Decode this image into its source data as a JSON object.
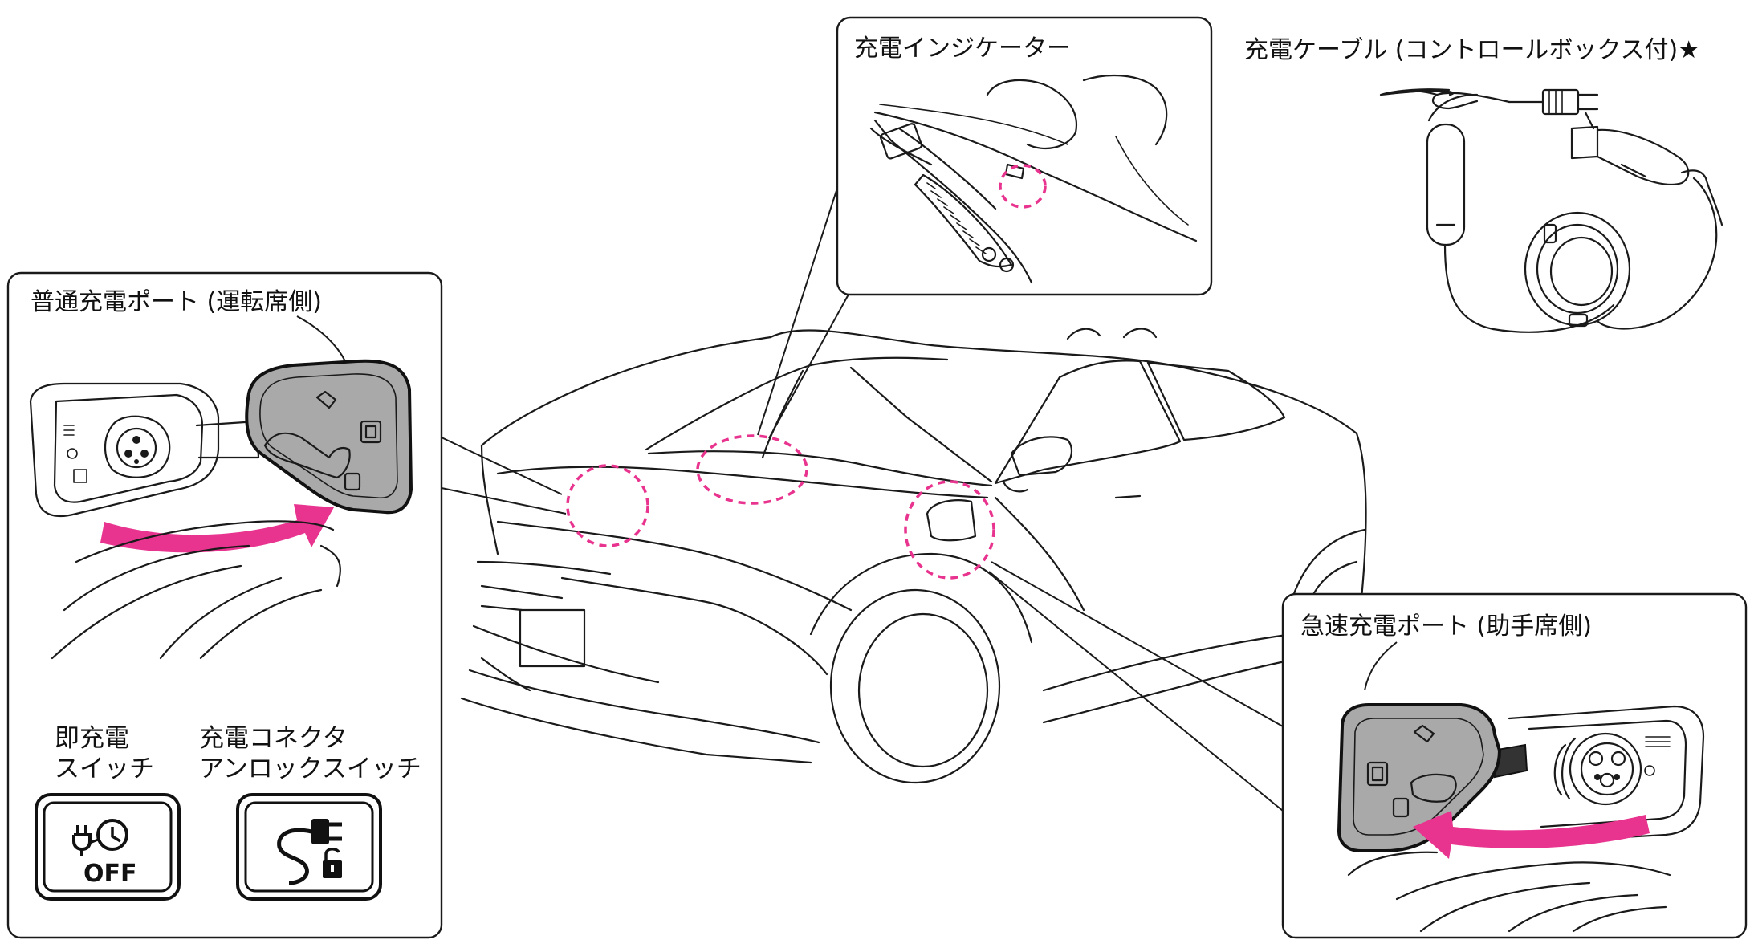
{
  "labels": {
    "indicator": "充電インジケーター",
    "cable": "充電ケーブル (コントロールボックス付)★",
    "normal_port": "普通充電ポート (運転席側)",
    "fast_port": "急速充電ポート (助手席側)",
    "instant_line1": "即充電",
    "instant_line2": "スイッチ",
    "unlock_line1": "充電コネクタ",
    "unlock_line2": "アンロックスイッチ",
    "off_text": "OFF"
  },
  "colors": {
    "accent": "#e8348f",
    "lid": "#a9a9a9",
    "line": "#1a1a1a"
  },
  "icons": {
    "instant_charge": "plug-clock-off-icon",
    "connector_unlock": "plug-cable-unlock-icon",
    "arrow": "magenta-curved-arrow-icon"
  }
}
